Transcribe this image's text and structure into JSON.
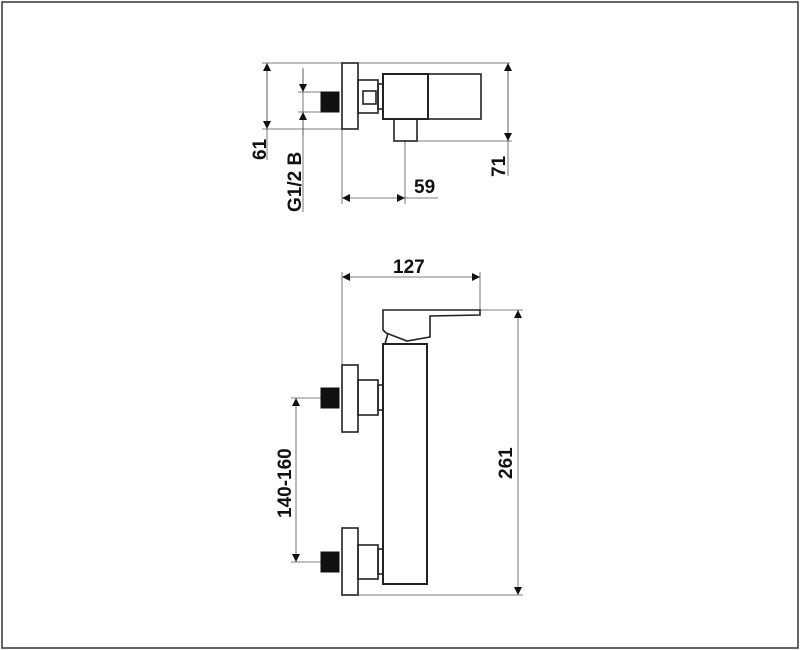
{
  "drawing": {
    "top_view": {
      "dim_height_left": "61",
      "dim_thread": "G1/2 B",
      "dim_depth": "59",
      "dim_height_right": "71"
    },
    "front_view": {
      "dim_width": "127",
      "dim_height": "261",
      "dim_inlet_spacing": "140-160"
    }
  }
}
